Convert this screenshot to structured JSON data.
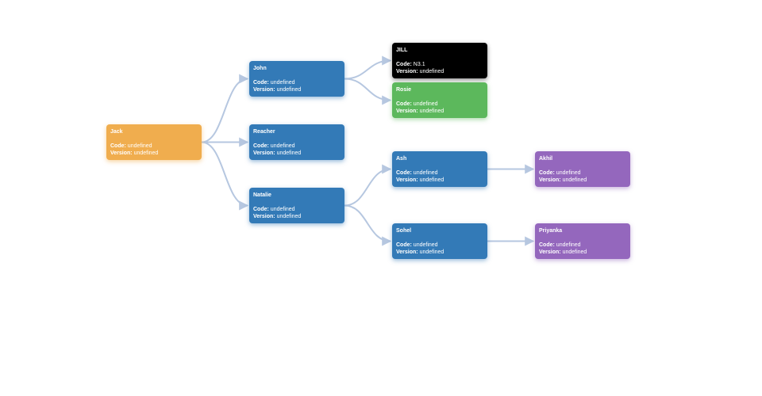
{
  "labels": {
    "code": "Code:",
    "version": "Version:"
  },
  "colors": {
    "link": "#b6c7e0",
    "orange": "#f0ad4e",
    "blue": "#337ab7",
    "black": "#000000",
    "green": "#5cb85c",
    "purple": "#9467bd"
  },
  "nodes": [
    {
      "id": "jack",
      "name": "Jack",
      "code": "undefined",
      "version": "undefined",
      "color": "#f0ad4e",
      "shadow": "rgba(240,173,78,0.55)",
      "parent": null
    },
    {
      "id": "john",
      "name": "John",
      "code": "undefined",
      "version": "undefined",
      "color": "#337ab7",
      "shadow": "rgba(51,122,183,0.5)",
      "parent": "jack"
    },
    {
      "id": "reacher",
      "name": "Reacher",
      "code": "undefined",
      "version": "undefined",
      "color": "#337ab7",
      "shadow": "rgba(51,122,183,0.5)",
      "parent": "jack"
    },
    {
      "id": "natalie",
      "name": "Natalie",
      "code": "undefined",
      "version": "undefined",
      "color": "#337ab7",
      "shadow": "rgba(51,122,183,0.5)",
      "parent": "jack"
    },
    {
      "id": "jill",
      "name": "JILL",
      "code": "N3.1",
      "version": "undefined",
      "color": "#000000",
      "shadow": "rgba(0,0,0,0.45)",
      "parent": "john"
    },
    {
      "id": "rosie",
      "name": "Rosie",
      "code": "undefined",
      "version": "undefined",
      "color": "#5cb85c",
      "shadow": "rgba(92,184,92,0.5)",
      "parent": "john"
    },
    {
      "id": "ash",
      "name": "Ash",
      "code": "undefined",
      "version": "undefined",
      "color": "#337ab7",
      "shadow": "rgba(51,122,183,0.5)",
      "parent": "natalie"
    },
    {
      "id": "sohel",
      "name": "Sohel",
      "code": "undefined",
      "version": "undefined",
      "color": "#337ab7",
      "shadow": "rgba(51,122,183,0.5)",
      "parent": "natalie"
    },
    {
      "id": "akhil",
      "name": "Akhil",
      "code": "undefined",
      "version": "undefined",
      "color": "#9467bd",
      "shadow": "rgba(148,103,189,0.5)",
      "parent": "ash"
    },
    {
      "id": "priyanka",
      "name": "Priyanka",
      "code": "undefined",
      "version": "undefined",
      "color": "#9467bd",
      "shadow": "rgba(148,103,189,0.5)",
      "parent": "sohel"
    }
  ]
}
